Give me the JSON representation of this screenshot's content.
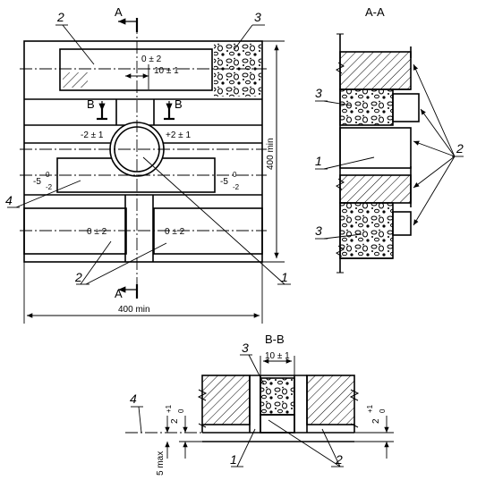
{
  "section_titles": {
    "aa": "A-A",
    "bb": "B-B"
  },
  "cut_marks": {
    "a": "A",
    "b": "B"
  },
  "callouts": {
    "one": "1",
    "two": "2",
    "three": "3",
    "four": "4"
  },
  "dimensions": {
    "width": "400 min",
    "height": "400 min",
    "opening_offset": "10 ± 1",
    "bb_offset": "10 ± 1",
    "plus_minus_2": "0 ± 2",
    "minus_2": "-2 ± 1",
    "plus_2": "+2 ± 1",
    "minus_5": "-5",
    "sup_0": "0",
    "sub_minus_2": "-2",
    "two": "2",
    "sup_plus_1": "+1",
    "sub_0": "0",
    "five_max": "5 max"
  },
  "colors": {
    "ink": "#000000",
    "paper": "#ffffff"
  }
}
